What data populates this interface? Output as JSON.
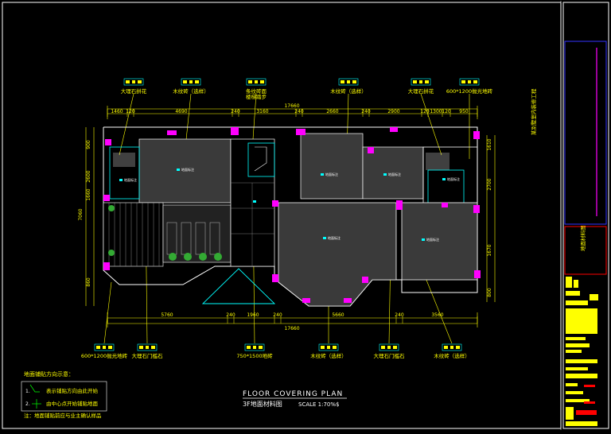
{
  "drawing": {
    "title_en": "FLOOR COVERING PLAN",
    "title_cn": "3F地面材料图",
    "scale": "SCALE 1:70%$",
    "total_width": "17660"
  },
  "top_callouts": [
    {
      "text": "大理石拼花",
      "color": "#ffff00"
    },
    {
      "text": "木纹砖（选样）",
      "color": "#ffff00"
    },
    {
      "text": "条纹砖面",
      "text2": "楼梯踏步",
      "color": "#ffff00"
    },
    {
      "text": "木纹砖（选样）",
      "color": "#ffff00"
    },
    {
      "text": "大理石拼花",
      "color": "#ffff00"
    },
    {
      "text": "600*1200抛光地砖",
      "color": "#ffff00"
    }
  ],
  "bottom_callouts": [
    {
      "text": "600*1200抛光地砖"
    },
    {
      "text": "大理石门槛石"
    },
    {
      "text": "750*1500地砖"
    },
    {
      "text": "木纹砖（选样）"
    },
    {
      "text": "大理石门槛石"
    },
    {
      "text": "木纹砖（选样）"
    }
  ],
  "top_dims": [
    "1460",
    "120",
    "4690",
    "240",
    "3160",
    "240",
    "2660",
    "240",
    "2900",
    "120",
    "1300",
    "120",
    "950"
  ],
  "bottom_dims": [
    "5760",
    "240",
    "1960",
    "240",
    "5660",
    "240",
    "3560"
  ],
  "left_dims": [
    "900",
    "2600",
    "1660",
    "7060",
    "860"
  ],
  "right_dims": [
    "1610",
    "2700",
    "1670",
    "800"
  ],
  "room_tags": [
    "地面标注",
    "地面标注",
    "地面标注",
    "地面标注",
    "地面标注",
    "地面标注",
    "地面标注"
  ],
  "legend": {
    "title": "地面铺贴方向示意：",
    "items": [
      "表示铺贴方向由此开始",
      "由中心点开始铺贴地面"
    ],
    "note": "注：地面铺贴前应与业主确认样品"
  },
  "title_block": {
    "project": "某别墅室内装修工程",
    "drawing_name": "地面材料图"
  },
  "colors": {
    "line": "#ffff00",
    "wall": "#ff00ff",
    "cyan": "#00ffff",
    "white": "#ffffff",
    "red": "#ff0000"
  }
}
